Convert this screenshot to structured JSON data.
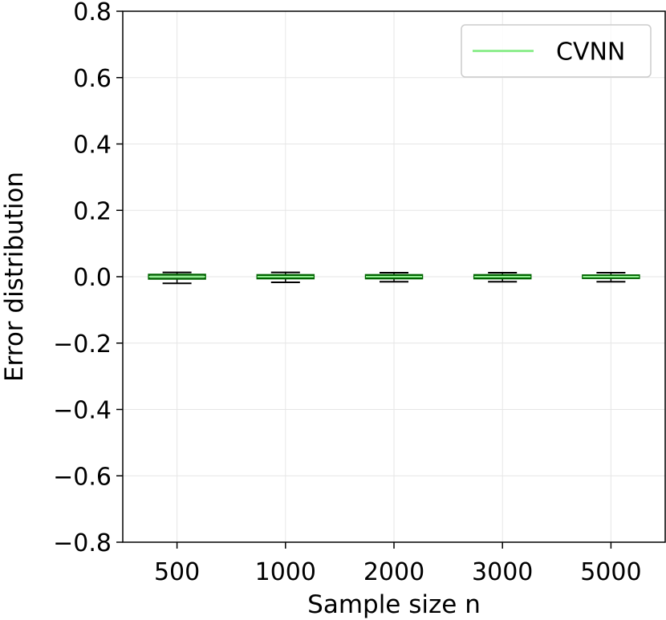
{
  "chart_data": {
    "type": "box",
    "title": "",
    "xlabel": "Sample size n",
    "ylabel": "Error distribution",
    "ylim": [
      -0.8,
      0.8
    ],
    "yticks": [
      -0.8,
      -0.6,
      -0.4,
      -0.2,
      0.0,
      0.2,
      0.4,
      0.6,
      0.8
    ],
    "ytick_labels": [
      "−0.8",
      "−0.6",
      "−0.4",
      "−0.2",
      "0.0",
      "0.2",
      "0.4",
      "0.6",
      "0.8"
    ],
    "categories": [
      "500",
      "1000",
      "2000",
      "3000",
      "5000"
    ],
    "grid": true,
    "legend": {
      "position": "top-right",
      "entries": [
        "CVNN"
      ]
    },
    "series": [
      {
        "name": "CVNN",
        "color": "#90ee90",
        "box_color": "#006400",
        "boxes": [
          {
            "category": "500",
            "whislo": -0.02,
            "q1": -0.006,
            "median": 0.0,
            "q3": 0.006,
            "whishi": 0.013
          },
          {
            "category": "1000",
            "whislo": -0.017,
            "q1": -0.005,
            "median": 0.0,
            "q3": 0.005,
            "whishi": 0.013
          },
          {
            "category": "2000",
            "whislo": -0.015,
            "q1": -0.005,
            "median": 0.0,
            "q3": 0.005,
            "whishi": 0.012
          },
          {
            "category": "3000",
            "whislo": -0.015,
            "q1": -0.005,
            "median": 0.0,
            "q3": 0.005,
            "whishi": 0.012
          },
          {
            "category": "5000",
            "whislo": -0.015,
            "q1": -0.004,
            "median": 0.0,
            "q3": 0.004,
            "whishi": 0.012
          }
        ]
      }
    ]
  }
}
